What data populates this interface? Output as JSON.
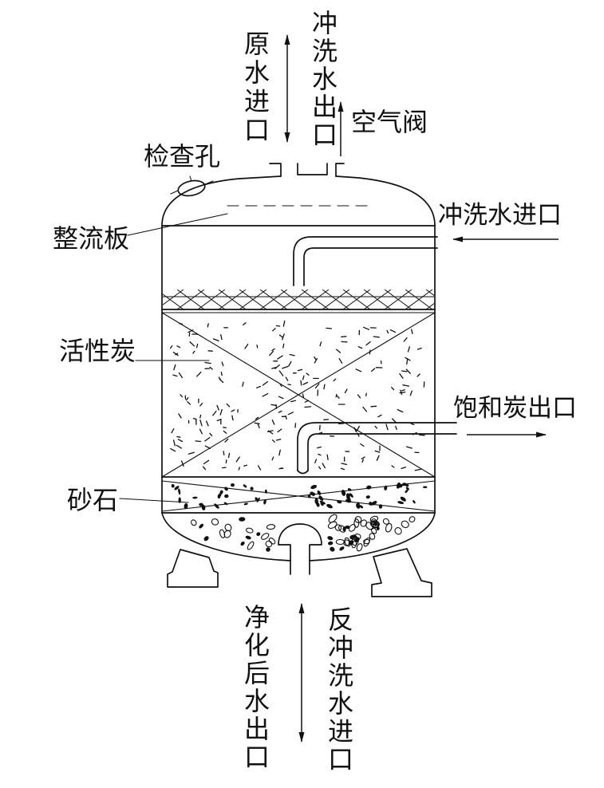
{
  "labels": {
    "raw_water_inlet": "原水进口",
    "wash_water_outlet": "冲洗水出口",
    "air_valve": "空气阀",
    "inspection_hole": "检查孔",
    "flow_straightener": "整流板",
    "wash_water_inlet": "冲洗水进口",
    "activated_carbon": "活性炭",
    "saturated_carbon_outlet": "饱和炭出口",
    "sand_gravel": "砂石",
    "treated_water_outlet": "净化后水出口",
    "backwash_water_inlet": "反冲洗水进口"
  },
  "colors": {
    "ink": "#111111",
    "background": "#ffffff"
  }
}
